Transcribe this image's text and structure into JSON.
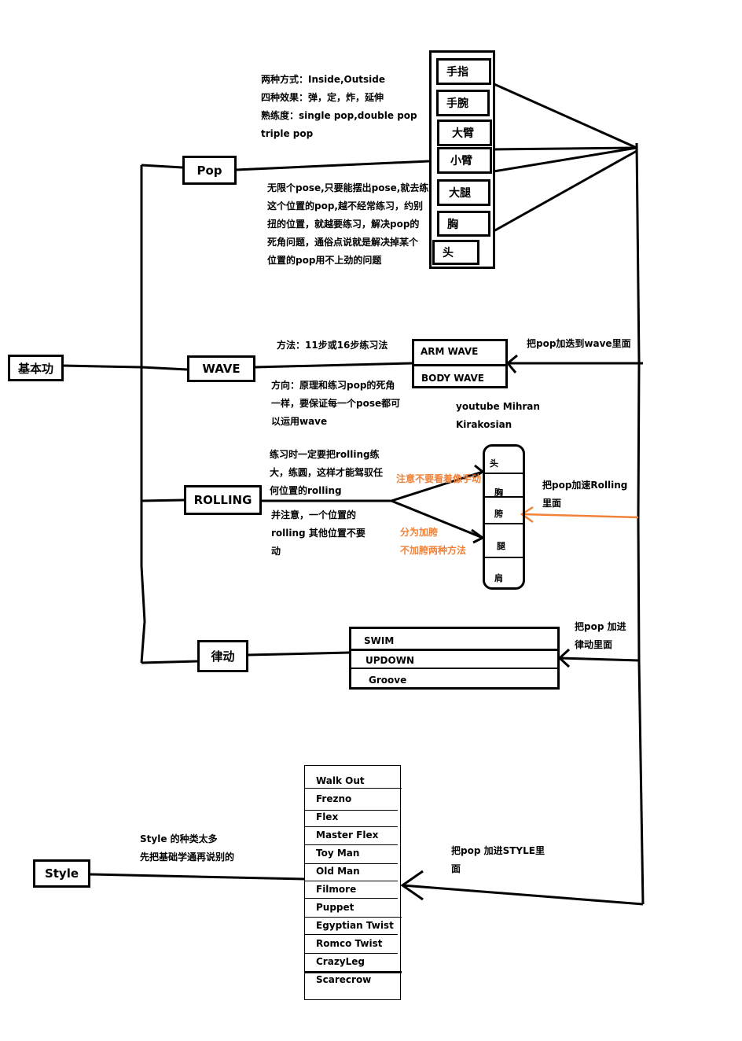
{
  "root": {
    "label": "基本功"
  },
  "pop": {
    "label": "Pop",
    "notes_top": [
      "两种方式：Inside,Outside",
      "四种效果：弹，定，炸，延伸",
      "熟练度：single pop,double pop",
      "triple pop"
    ],
    "notes_bottom": [
      "无限个pose,只要能摆出pose,就去练",
      "这个位置的pop,越不经常练习，约别",
      "扭的位置，就越要练习，解决pop的",
      "死角问题，通俗点说就是解决掉某个",
      "位置的pop用不上劲的问题"
    ],
    "body_parts": [
      "手指",
      "手腕",
      "大臂",
      "小臂",
      "大腿",
      "胸",
      "头"
    ]
  },
  "wave": {
    "label": "WAVE",
    "method": "方法：11步或16步练习法",
    "direction": [
      "方向：原理和练习pop的死角",
      "一样，要保证每一个pose都可",
      "以运用wave"
    ],
    "items": [
      "ARM WAVE",
      "BODY WAVE"
    ],
    "add_note": "把pop加迭到wave里面",
    "reference": [
      "youtube Mihran",
      "Kirakosian"
    ]
  },
  "rolling": {
    "label": "ROLLING",
    "note_top": [
      "练习时一定要把rolling练",
      "大，练圆，这样才能驾驭任",
      "何位置的rolling"
    ],
    "note_bottom": [
      "并注意，一个位置的",
      "rolling 其他位置不要",
      "动"
    ],
    "orange_top": "注意不要看着像手动",
    "orange_bottom": [
      "分为加胯",
      "不加胯两种方法"
    ],
    "parts": [
      "头",
      "胸",
      "胯",
      "腿",
      "肩"
    ],
    "add_note": [
      "把pop加速Rolling",
      "里面"
    ]
  },
  "rhythm": {
    "label": "律动",
    "items": [
      "SWIM",
      "UPDOWN",
      "Groove"
    ],
    "add_note": [
      "把pop 加进",
      "律动里面"
    ]
  },
  "style": {
    "label": "Style",
    "note": [
      "Style 的种类太多",
      "先把基础学通再说别的"
    ],
    "items": [
      "Walk Out",
      "Frezno",
      "Flex",
      "Master Flex",
      "Toy Man",
      "Old Man",
      "Filmore",
      "Puppet",
      "Egyptian Twist",
      "Romco Twist",
      "CrazyLeg",
      "Scarecrow"
    ],
    "add_note": [
      "把pop 加进STYLE里",
      "面"
    ]
  },
  "colors": {
    "line": "#000000",
    "accent": "#f0823a"
  }
}
